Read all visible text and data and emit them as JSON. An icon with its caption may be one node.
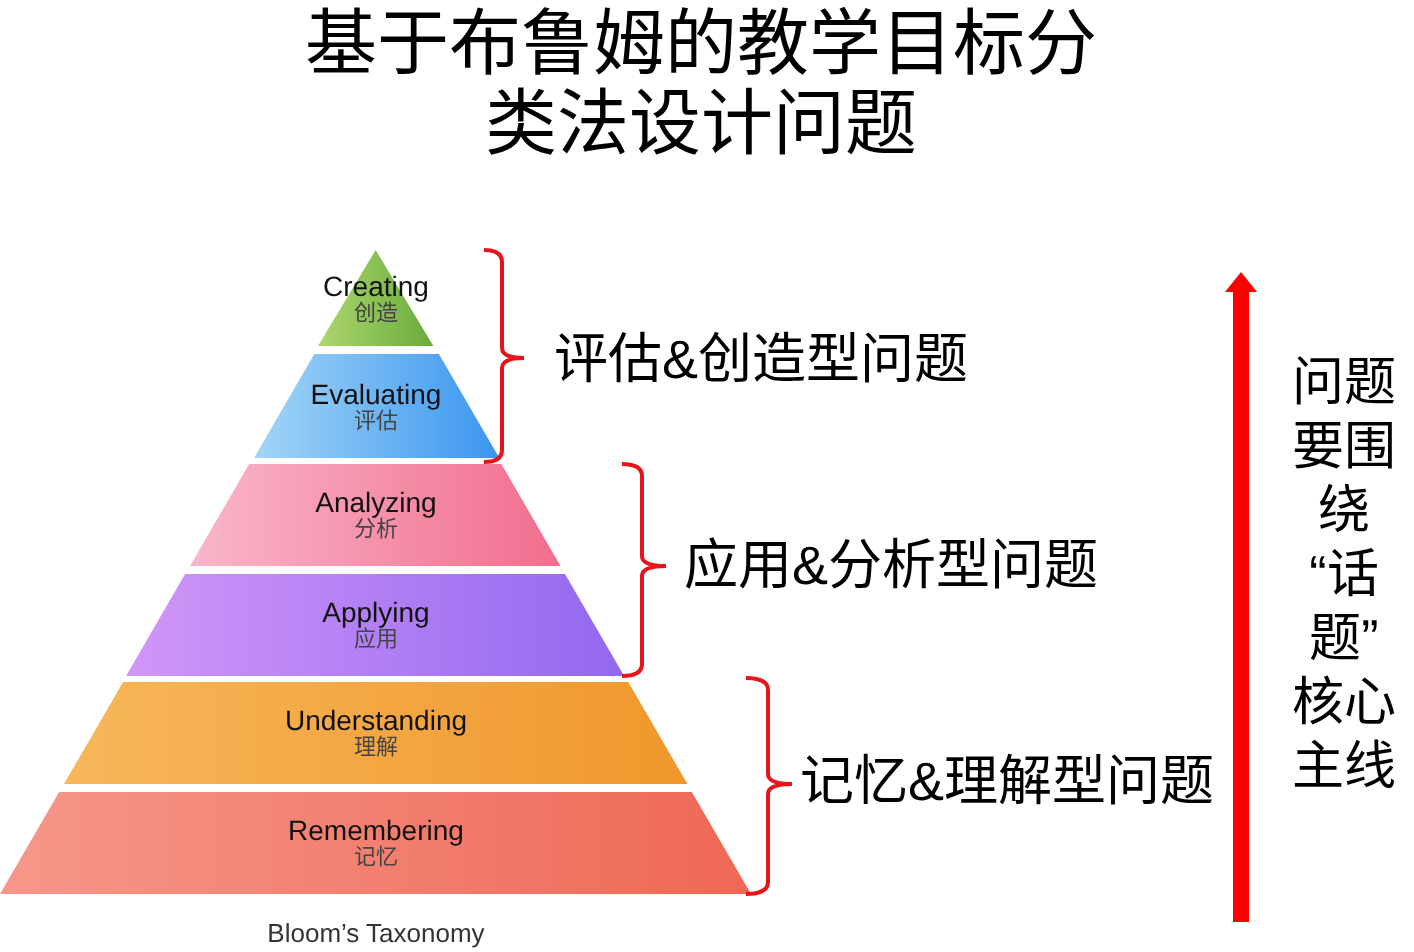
{
  "diagram": {
    "title": "基于布鲁姆的教学目标分类法设计问题",
    "caption": "Bloom’s Taxonomy",
    "nodes": [
      {
        "text": [
          "Creating",
          "创造"
        ]
      },
      {
        "text": [
          "Evaluating",
          "评估"
        ]
      },
      {
        "text": [
          "Analyzing",
          "分析"
        ]
      },
      {
        "text": [
          "Applying",
          "应用"
        ]
      },
      {
        "text": [
          "Understanding",
          "理解"
        ]
      },
      {
        "text": [
          "Remembering",
          "记忆"
        ]
      }
    ],
    "labels": [
      "评估&创造型问题",
      "应用&分析型问题",
      "记忆&理解型问题",
      "问题要围绕“话题”核心主线"
    ]
  }
}
